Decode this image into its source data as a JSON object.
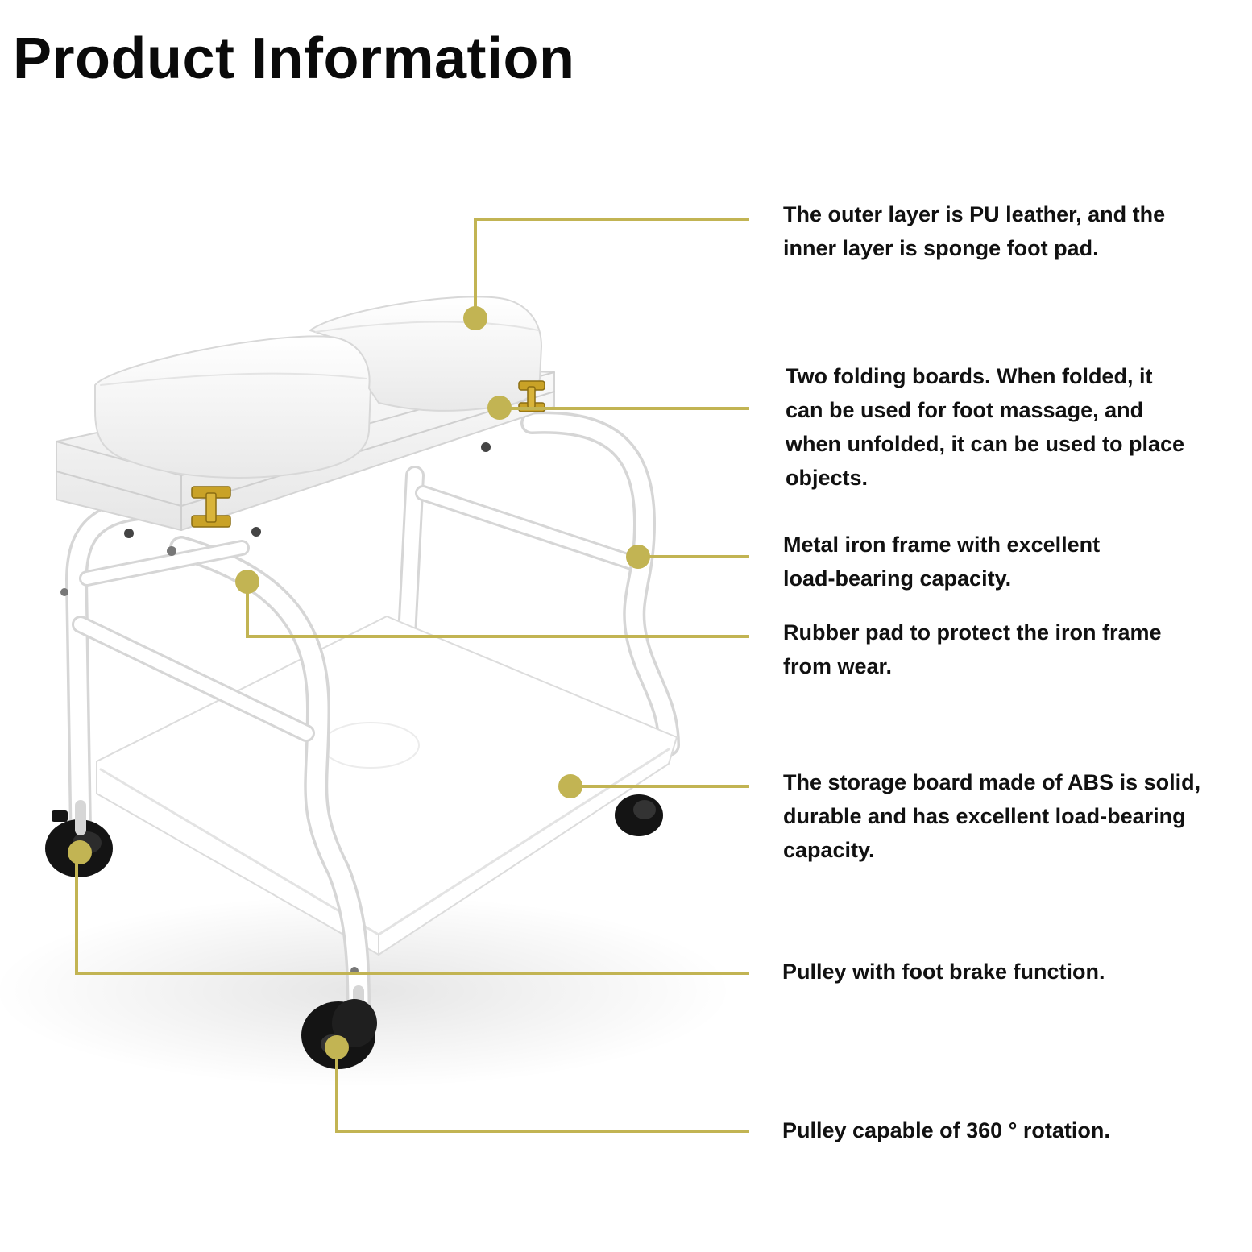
{
  "title": "Product Information",
  "colors": {
    "accent": "#c2b453",
    "text": "#111111",
    "caster": "#141414"
  },
  "callouts": [
    {
      "id": "pu-leather-pad",
      "text": "The outer layer is PU leather, and the\ninner layer is sponge foot pad."
    },
    {
      "id": "folding-boards",
      "text": "Two folding boards. When folded, it\ncan be used for foot massage, and\nwhen unfolded, it can be used to place\nobjects."
    },
    {
      "id": "metal-frame",
      "text": "Metal iron frame with excellent\nload-bearing capacity."
    },
    {
      "id": "rubber-pad",
      "text": "Rubber pad to protect the iron frame\nfrom wear."
    },
    {
      "id": "storage-board",
      "text": "The storage board made of ABS is solid,\ndurable and has excellent load-bearing\ncapacity."
    },
    {
      "id": "brake-pulley",
      "text": "Pulley with foot brake function."
    },
    {
      "id": "swivel-pulley",
      "text": "Pulley capable of 360 ° rotation."
    }
  ]
}
